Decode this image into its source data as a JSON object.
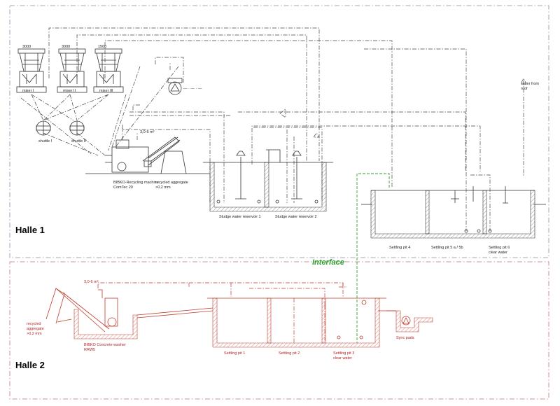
{
  "halls": [
    {
      "name": "Halle 1"
    },
    {
      "name": "Halle 2"
    }
  ],
  "interface_label": "Interface",
  "mixers": [
    {
      "capacity": "3000",
      "label": "mixer I"
    },
    {
      "capacity": "3000",
      "label": "mixer II"
    },
    {
      "capacity": "1500",
      "label": "mixer III"
    }
  ],
  "shuttles": [
    {
      "label": "shuttle I"
    },
    {
      "label": "shuttle II"
    }
  ],
  "hall1_labels": {
    "recycling_machine_line1": "BIBKO-Recycling machine",
    "recycling_machine_line2": "ComTec 20",
    "recycled_aggregate_line1": "recycled aggregate",
    "recycled_aggregate_line2": ">0,2 mm",
    "sludge_reservoir_1": "Sludge water reservoir 1",
    "sludge_reservoir_2": "Sludge water reservoir 2",
    "settling_pit_4": "Settling pit 4",
    "settling_pit_5": "Settling pit 5 a  /  5b",
    "settling_pit_6_line1": "Settling pit 6",
    "settling_pit_6_line2": "clear water",
    "water_from_roof_line1": "water from",
    "water_from_roof_line2": "roof"
  },
  "hall2_labels": {
    "recycled_aggregate_line1": "recycled",
    "recycled_aggregate_line2": "aggregate",
    "recycled_aggregate_line3": ">0,2 mm",
    "washer_line1": "BIBKO Concrete washer",
    "washer_line2": "RRW5",
    "settling_pit_1": "Settling pit 1",
    "settling_pit_2": "Settling pit 2",
    "settling_pit_3_line1": "Settling pit 3",
    "settling_pit_3_line2": "clear water",
    "sync_pads": "Sync pads"
  },
  "colors": {
    "hall1_border": "#8a8aa8",
    "hall2_border": "#c07070",
    "hall1_lines": "#333333",
    "hall2_lines": "#c0392b",
    "interface_line": "#2e9e2e"
  }
}
